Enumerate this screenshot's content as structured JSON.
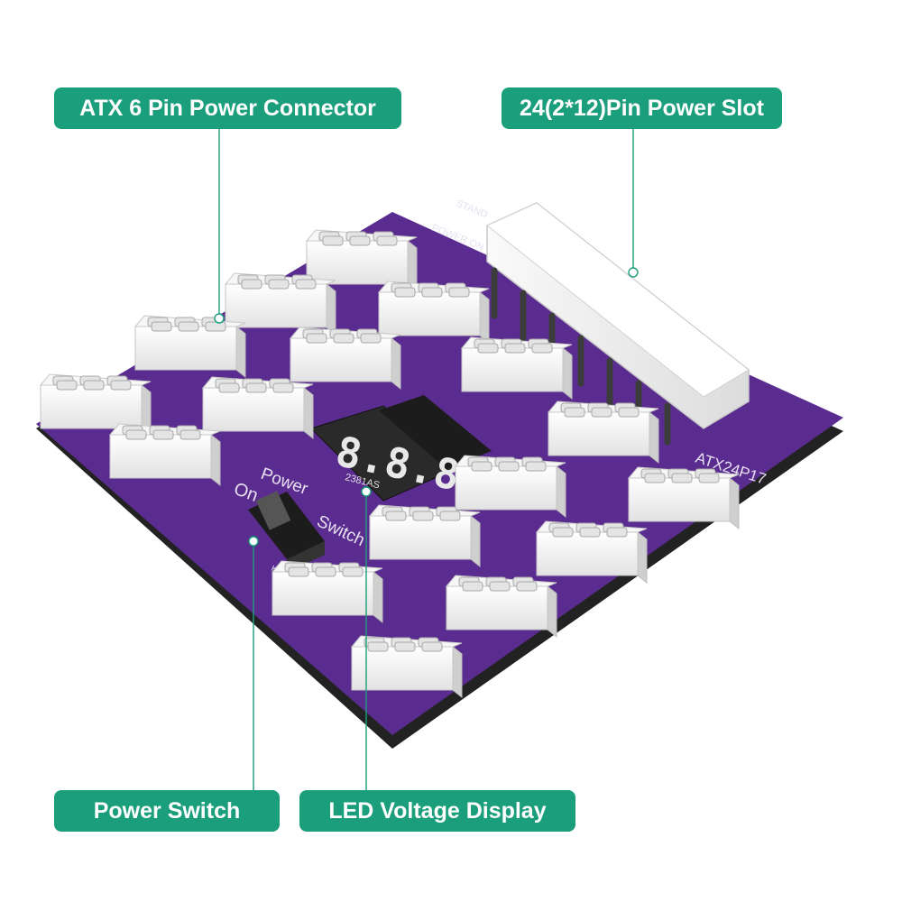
{
  "callouts": {
    "atx_6pin": "ATX 6 Pin Power Connector",
    "slot_24pin": "24(2*12)Pin Power Slot",
    "power_switch": "Power Switch",
    "led_display": "LED Voltage Display"
  },
  "board": {
    "silk_power": "Power",
    "silk_switch": "Switch",
    "silk_on": "On",
    "silk_key": "KEY",
    "silk_model": "ATX24P17",
    "silk_stand": "STAND",
    "silk_power_on": "POWER ON",
    "display_chip_label": "2381AS",
    "display_digits": "8.8.8"
  },
  "colors": {
    "accent": "#1a9e7b",
    "board_purple": "#5b2c8f",
    "board_edge": "#2b2b2b",
    "connector_white": "#f2f2f2"
  }
}
